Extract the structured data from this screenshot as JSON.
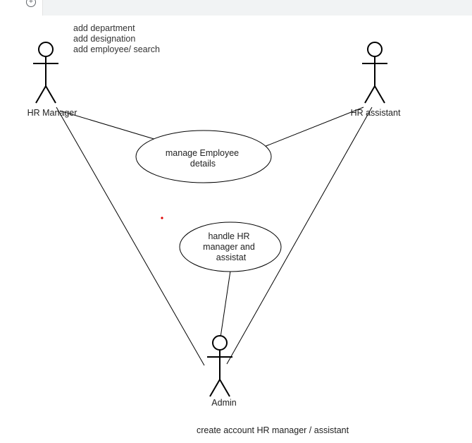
{
  "toolbar": {
    "add_icon": "plus-circle-icon",
    "add_glyph": "+"
  },
  "notes": {
    "hr_manager_actions": [
      "add department",
      "add designation",
      "add employee/ search"
    ],
    "admin_actions": "create account HR manager / assistant"
  },
  "actors": {
    "hr_manager": "HR Manager",
    "hr_assistant": "HR assistant",
    "admin": "Admin"
  },
  "use_cases": {
    "manage_employee": [
      "manage Employee",
      "details"
    ],
    "handle_hr": [
      "handle HR",
      "manager and",
      "assistat"
    ]
  },
  "colors": {
    "line": "#000000",
    "ellipse_fill": "#ffffff",
    "dot": "#e00000"
  }
}
